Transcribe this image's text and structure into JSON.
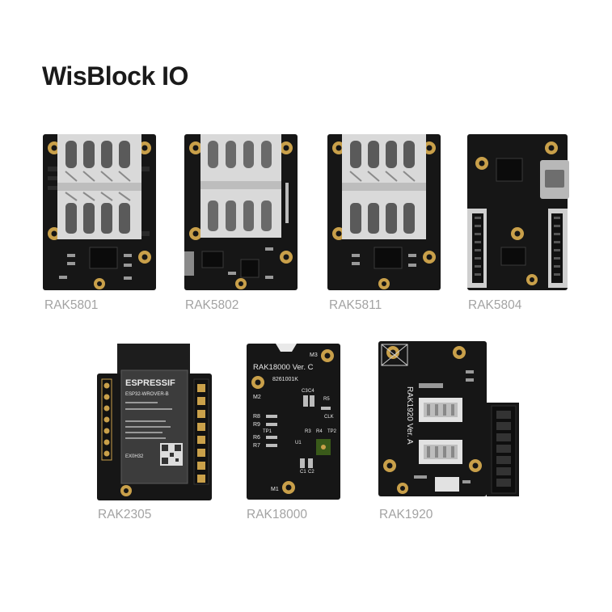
{
  "page": {
    "title": "WisBlock IO"
  },
  "modules": [
    {
      "id": "rak5801",
      "caption": "RAK5801"
    },
    {
      "id": "rak5802",
      "caption": "RAK5802"
    },
    {
      "id": "rak5811",
      "caption": "RAK5811"
    },
    {
      "id": "rak5804",
      "caption": "RAK5804"
    },
    {
      "id": "rak2305",
      "caption": "RAK2305",
      "silkscreen": {
        "chip_brand": "ESPRESSIF",
        "chip_model": "ESP32-WROVER-B",
        "id_code": "EX0H32"
      }
    },
    {
      "id": "rak18000",
      "caption": "RAK18000",
      "silkscreen": {
        "board_name": "RAK18000 Ver. C",
        "serial": "8261001K",
        "labels": [
          "M3",
          "M2",
          "M1",
          "R8",
          "R9",
          "R6",
          "R7",
          "C3",
          "C4",
          "R5",
          "CLK",
          "TP1",
          "R3",
          "R4",
          "TP2",
          "U1",
          "C1",
          "C2"
        ]
      }
    },
    {
      "id": "rak1920",
      "caption": "RAK1920",
      "silkscreen": {
        "board_name": "RAK1920 Ver. A"
      }
    }
  ]
}
